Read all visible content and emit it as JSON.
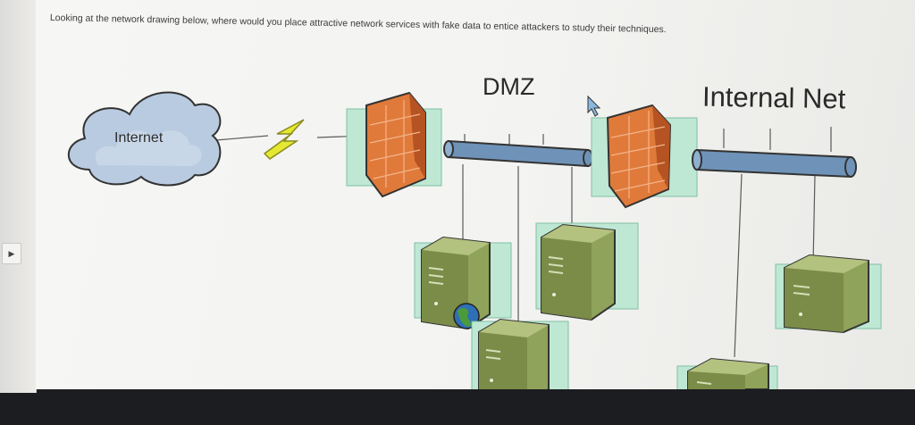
{
  "question": {
    "text": "Looking at the network drawing below, where would you place attractive network services with fake data to entice attackers to study their techniques."
  },
  "diagram": {
    "labels": {
      "internet": "Internet",
      "dmz": "DMZ",
      "internal": "Internal Net"
    },
    "nodes": [
      {
        "id": "internet-cloud",
        "icon": "cloud-icon"
      },
      {
        "id": "internet-link",
        "icon": "lightning-bolt-icon"
      },
      {
        "id": "outer-firewall",
        "icon": "firewall-brick-icon"
      },
      {
        "id": "dmz-backbone",
        "icon": "network-bus-icon"
      },
      {
        "id": "inner-firewall",
        "icon": "firewall-brick-icon"
      },
      {
        "id": "internal-backbone",
        "icon": "network-bus-icon"
      },
      {
        "id": "dmz-web-server",
        "icon": "server-tower-icon",
        "badge": "globe-icon"
      },
      {
        "id": "dmz-server-2",
        "icon": "server-tower-icon"
      },
      {
        "id": "dmz-server-3",
        "icon": "server-tower-icon"
      },
      {
        "id": "internal-server-1",
        "icon": "server-tower-icon"
      },
      {
        "id": "internal-server-2",
        "icon": "server-tower-icon"
      }
    ]
  },
  "colors": {
    "firewall": "#e07a3a",
    "firewall_dark": "#b55322",
    "pipe": "#6f93b8",
    "server": "#8fa35a",
    "server_dark": "#5e6f33",
    "panel_teal": "#bfe8d4",
    "bolt": "#e4e830"
  }
}
